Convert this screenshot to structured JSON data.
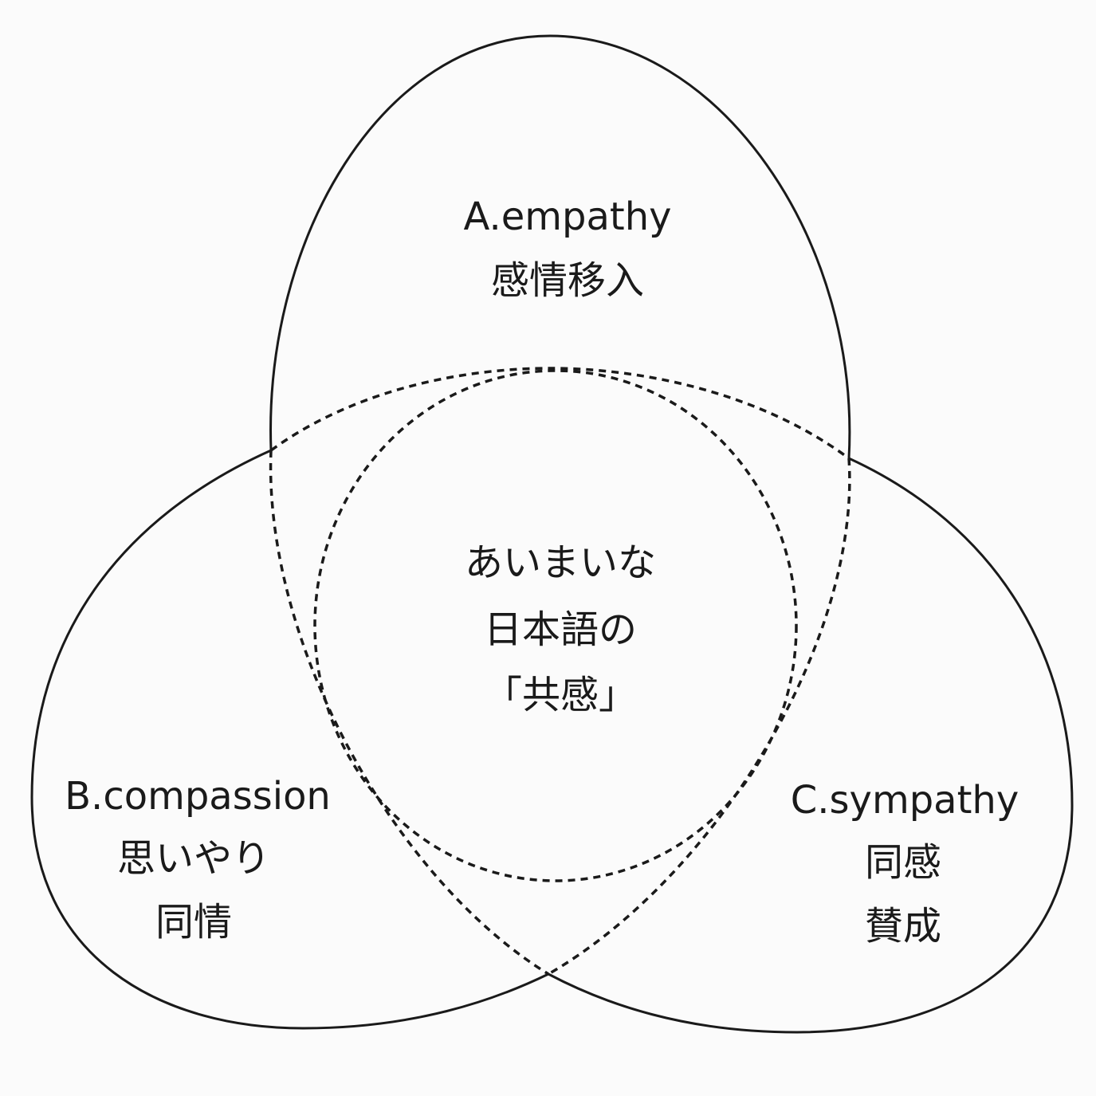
{
  "regions": {
    "a": {
      "title": "A.empathy",
      "lines": [
        "感情移入"
      ]
    },
    "b": {
      "title": "B.compassion",
      "lines": [
        "思いやり",
        "同情"
      ]
    },
    "c": {
      "title": "C.sympathy",
      "lines": [
        "同感",
        "賛成"
      ]
    },
    "center": {
      "lines": [
        "あいまいな",
        "日本語の",
        "「共感」"
      ]
    }
  }
}
